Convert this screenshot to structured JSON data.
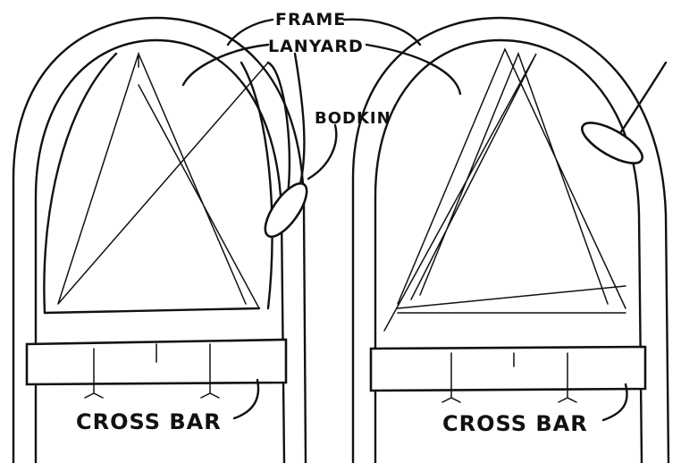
{
  "labels": {
    "frame": "FRAME",
    "lanyard": "LANYARD",
    "bodkin": "BODKIN",
    "cross_bar_left": "CROSS BAR",
    "cross_bar_right": "CROSS BAR"
  }
}
